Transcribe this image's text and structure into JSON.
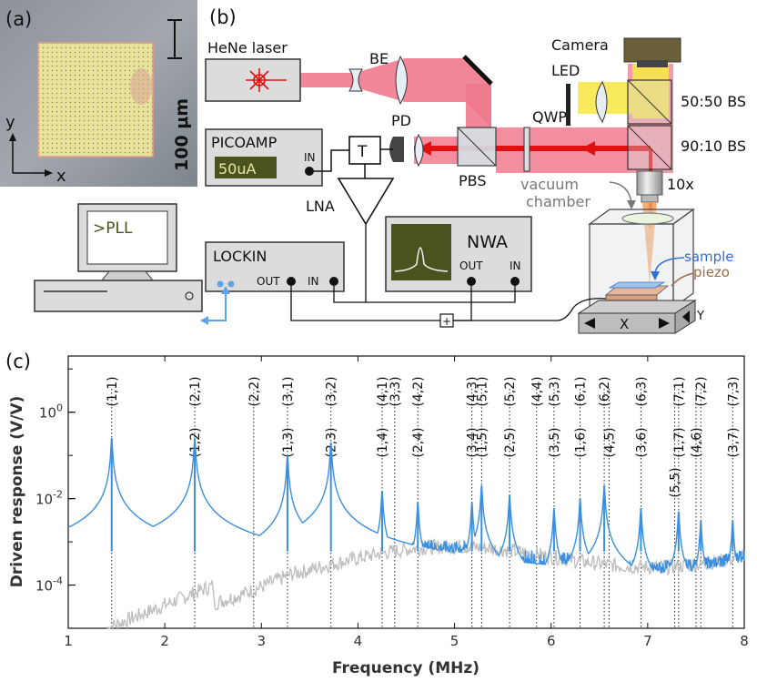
{
  "panels": {
    "a": "(a)",
    "b": "(b)",
    "c": "(c)"
  },
  "panel_a": {
    "scale_label": "100 μm",
    "axis_y": "y",
    "axis_x": "x"
  },
  "setup": {
    "laser": "HeNe laser",
    "be": "BE",
    "camera": "Camera",
    "led": "LED",
    "bs5050": "50:50 BS",
    "bs9010": "90:10 BS",
    "qwp": "QWP",
    "pd": "PD",
    "pbs": "PBS",
    "picoamp": "PICOAMP",
    "picoamp_display": "50uA",
    "picoamp_in": "IN",
    "tee": "T",
    "lna": "LNA",
    "objective": "10x",
    "vacuum": "vacuum\nchamber",
    "vacuum_1": "vacuum",
    "vacuum_2": "chamber",
    "sample": "sample",
    "piezo": "piezo",
    "stage_x": "X",
    "stage_y": "Y",
    "computer_screen": ">PLL",
    "lockin": "LOCKIN",
    "lockin_out": "OUT",
    "lockin_in": "IN",
    "nwa": "NWA",
    "nwa_out": "OUT",
    "nwa_in": "IN"
  },
  "colors": {
    "laser_beam": "#f07a8e",
    "return_beam": "#e01010",
    "led_beam": "#f7e84a",
    "trace_blue": "#3a8fe0",
    "trace_gray": "#bdbdbd",
    "instrument_fill": "#dcdcdc",
    "display_fill": "#4a5320"
  },
  "chart_data": {
    "type": "line",
    "xlabel": "Frequency (MHz)",
    "ylabel": "Driven response (V/V)",
    "xlim": [
      1,
      8
    ],
    "ylim_log10": [
      -5,
      1.3
    ],
    "y_scale": "log",
    "x_ticks": [
      "1",
      "2",
      "3",
      "4",
      "5",
      "6",
      "7",
      "8"
    ],
    "y_ticks": [
      {
        "base": "10",
        "exp": "0",
        "value": 1
      },
      {
        "base": "10",
        "exp": "-2",
        "value": 0.01
      },
      {
        "base": "10",
        "exp": "-4",
        "value": 0.0001
      }
    ],
    "modes": [
      {
        "label": "(1,1)",
        "f": 1.45,
        "row": "top"
      },
      {
        "label": "(2,1)",
        "f": 2.31,
        "row": "top"
      },
      {
        "label": "(1,2)",
        "f": 2.31,
        "row": "low"
      },
      {
        "label": "(2,2)",
        "f": 2.92,
        "row": "top"
      },
      {
        "label": "(3,1)",
        "f": 3.27,
        "row": "top"
      },
      {
        "label": "(1,3)",
        "f": 3.27,
        "row": "low"
      },
      {
        "label": "(3,2)",
        "f": 3.72,
        "row": "top"
      },
      {
        "label": "(2,3)",
        "f": 3.72,
        "row": "low"
      },
      {
        "label": "(4,1)",
        "f": 4.25,
        "row": "top"
      },
      {
        "label": "(1,4)",
        "f": 4.25,
        "row": "low"
      },
      {
        "label": "(3,3)",
        "f": 4.38,
        "row": "top"
      },
      {
        "label": "(4,2)",
        "f": 4.62,
        "row": "top"
      },
      {
        "label": "(2,4)",
        "f": 4.62,
        "row": "low"
      },
      {
        "label": "(4,3)",
        "f": 5.18,
        "row": "top"
      },
      {
        "label": "(3,4)",
        "f": 5.18,
        "row": "low"
      },
      {
        "label": "(5,1)",
        "f": 5.28,
        "row": "top"
      },
      {
        "label": "(1,5)",
        "f": 5.28,
        "row": "low"
      },
      {
        "label": "(5,2)",
        "f": 5.57,
        "row": "top"
      },
      {
        "label": "(2,5)",
        "f": 5.57,
        "row": "low"
      },
      {
        "label": "(4,4)",
        "f": 5.85,
        "row": "top"
      },
      {
        "label": "(5,3)",
        "f": 6.03,
        "row": "top"
      },
      {
        "label": "(3,5)",
        "f": 6.03,
        "row": "low"
      },
      {
        "label": "(6,1)",
        "f": 6.3,
        "row": "top"
      },
      {
        "label": "(1,6)",
        "f": 6.3,
        "row": "low"
      },
      {
        "label": "(6,2)",
        "f": 6.55,
        "row": "top"
      },
      {
        "label": "(4,5)",
        "f": 6.6,
        "row": "low"
      },
      {
        "label": "(6,3)",
        "f": 6.93,
        "row": "top"
      },
      {
        "label": "(3,6)",
        "f": 6.93,
        "row": "low"
      },
      {
        "label": "(7,1)",
        "f": 7.32,
        "row": "top"
      },
      {
        "label": "(1,7)",
        "f": 7.32,
        "row": "low"
      },
      {
        "label": "(5,5)",
        "f": 7.28,
        "row": "lower"
      },
      {
        "label": "(7,2)",
        "f": 7.55,
        "row": "top"
      },
      {
        "label": "(4,6)",
        "f": 7.5,
        "row": "low"
      },
      {
        "label": "(7,3)",
        "f": 7.88,
        "row": "top"
      },
      {
        "label": "(3,7)",
        "f": 7.88,
        "row": "low"
      }
    ],
    "peaks": [
      {
        "f": 1.45,
        "v": 0.25
      },
      {
        "f": 2.31,
        "v": 0.25
      },
      {
        "f": 3.27,
        "v": 0.1
      },
      {
        "f": 3.72,
        "v": 0.2
      },
      {
        "f": 4.25,
        "v": 0.015
      },
      {
        "f": 4.62,
        "v": 0.008
      },
      {
        "f": 5.18,
        "v": 0.008
      },
      {
        "f": 5.28,
        "v": 0.02
      },
      {
        "f": 5.57,
        "v": 0.012
      },
      {
        "f": 6.03,
        "v": 0.006
      },
      {
        "f": 6.3,
        "v": 0.01
      },
      {
        "f": 6.55,
        "v": 0.02
      },
      {
        "f": 6.93,
        "v": 0.006
      },
      {
        "f": 7.32,
        "v": 0.005
      },
      {
        "f": 7.55,
        "v": 0.003
      },
      {
        "f": 7.88,
        "v": 0.003
      }
    ]
  }
}
